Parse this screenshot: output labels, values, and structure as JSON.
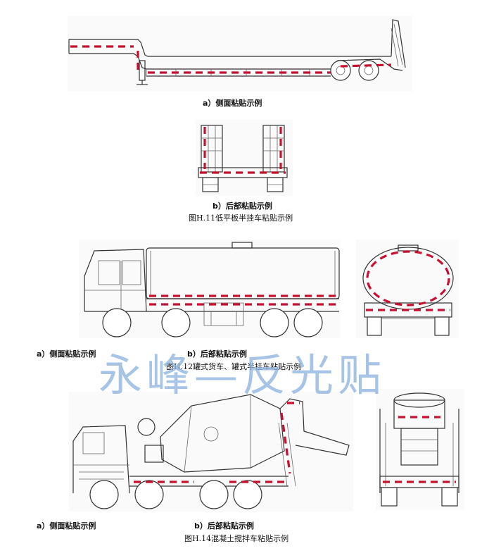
{
  "figures": [
    {
      "caption": "图H.11低平板半挂车粘贴示例",
      "labels": {
        "side": "a）侧面粘贴示例",
        "rear": "b）后部粘贴示例"
      }
    },
    {
      "caption": "图H.12罐式货车、罐式半挂车粘贴示例",
      "labels": {
        "side": "a）侧面粘贴示例",
        "rear": "b）后部粘贴示例"
      }
    },
    {
      "caption": "图H.14混凝土搅拌车粘贴示例",
      "labels": {
        "side": "a）侧面粘贴示例",
        "rear": "b）后部粘贴示例"
      }
    }
  ],
  "watermark": "永峰—反光贴",
  "colors": {
    "tape_red": "#c8102e",
    "tape_white": "#ffffff",
    "line": "#333333",
    "watermark": "#8fb4e0"
  }
}
